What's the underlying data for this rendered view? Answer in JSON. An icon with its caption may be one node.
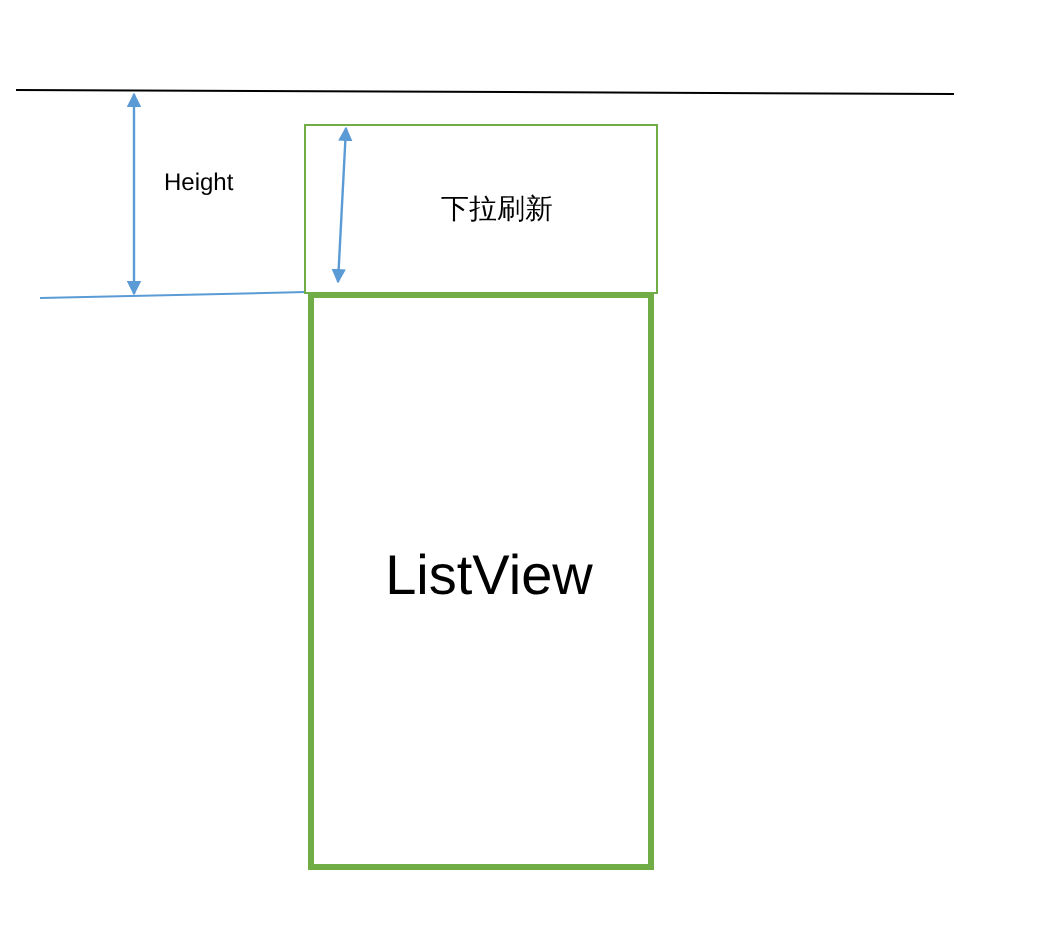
{
  "diagram": {
    "nodes": [
      {
        "text": [
          "下拉刷新"
        ]
      },
      {
        "text": [
          "ListView"
        ]
      }
    ],
    "labels": [
      "Height"
    ]
  }
}
